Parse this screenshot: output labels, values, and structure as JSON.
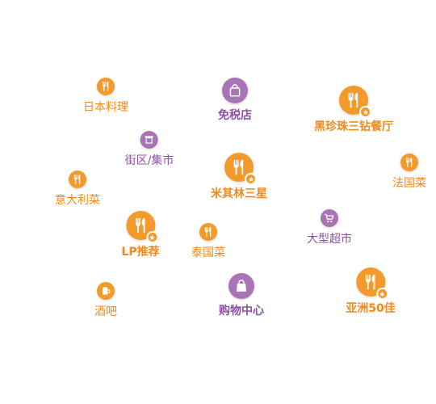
{
  "colors": {
    "orange": "#f39a2a",
    "purple": "#a874b6",
    "orange_text": "#f08a1d",
    "purple_text": "#8d4fa0"
  },
  "tags": {
    "japanese": {
      "label": "日本料理",
      "icon": "cutlery-icon"
    },
    "dutyfree": {
      "label": "免税店",
      "icon": "shopping-bag-icon"
    },
    "black_pearl": {
      "label": "黑珍珠三钻餐厅",
      "icon": "cutlery-star-icon"
    },
    "street_market": {
      "label": "街区/集市",
      "icon": "market-stall-icon"
    },
    "michelin": {
      "label": "米其林三星",
      "icon": "cutlery-star-icon"
    },
    "french": {
      "label": "法国菜",
      "icon": "cutlery-icon"
    },
    "italian": {
      "label": "意大利菜",
      "icon": "cutlery-icon"
    },
    "supermarket": {
      "label": "大型超市",
      "icon": "shopping-cart-icon"
    },
    "lp": {
      "label": "LP推荐",
      "icon": "cutlery-star-icon"
    },
    "thai": {
      "label": "泰国菜",
      "icon": "cutlery-icon"
    },
    "bar": {
      "label": "酒吧",
      "icon": "beer-mug-icon"
    },
    "mall": {
      "label": "购物中心",
      "icon": "shopping-bag-icon"
    },
    "asia50": {
      "label": "亚洲50佳",
      "icon": "cutlery-star-icon"
    }
  }
}
